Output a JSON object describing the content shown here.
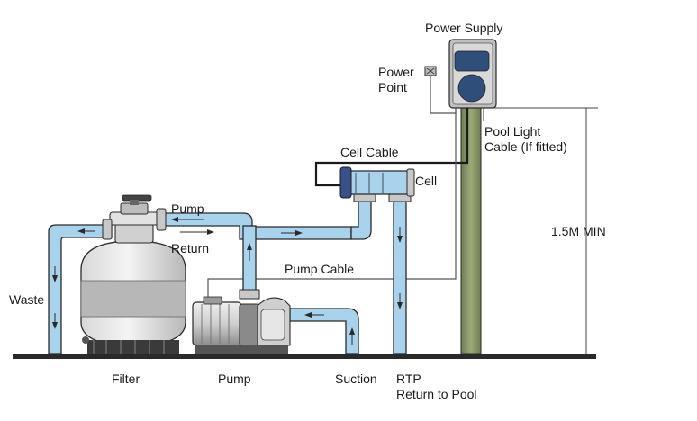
{
  "labels": {
    "power_supply": "Power Supply",
    "power_point_line1": "Power",
    "power_point_line2": "Point",
    "pool_light_line1": "Pool Light",
    "pool_light_line2": "Cable (If fitted)",
    "cell_cable": "Cell Cable",
    "cell": "Cell",
    "pump_arrow": "Pump",
    "return_arrow": "Return",
    "pump_cable": "Pump Cable",
    "waste": "Waste",
    "min_height": "1.5M MIN",
    "filter": "Filter",
    "pump": "Pump",
    "suction": "Suction",
    "rtp": "RTP",
    "return_to_pool": "Return to Pool"
  },
  "colors": {
    "pipe": "#a9d3ec",
    "post": "#8a9a6a",
    "outline": "#2a2a2a",
    "filter_band": "#b7b7b7"
  }
}
